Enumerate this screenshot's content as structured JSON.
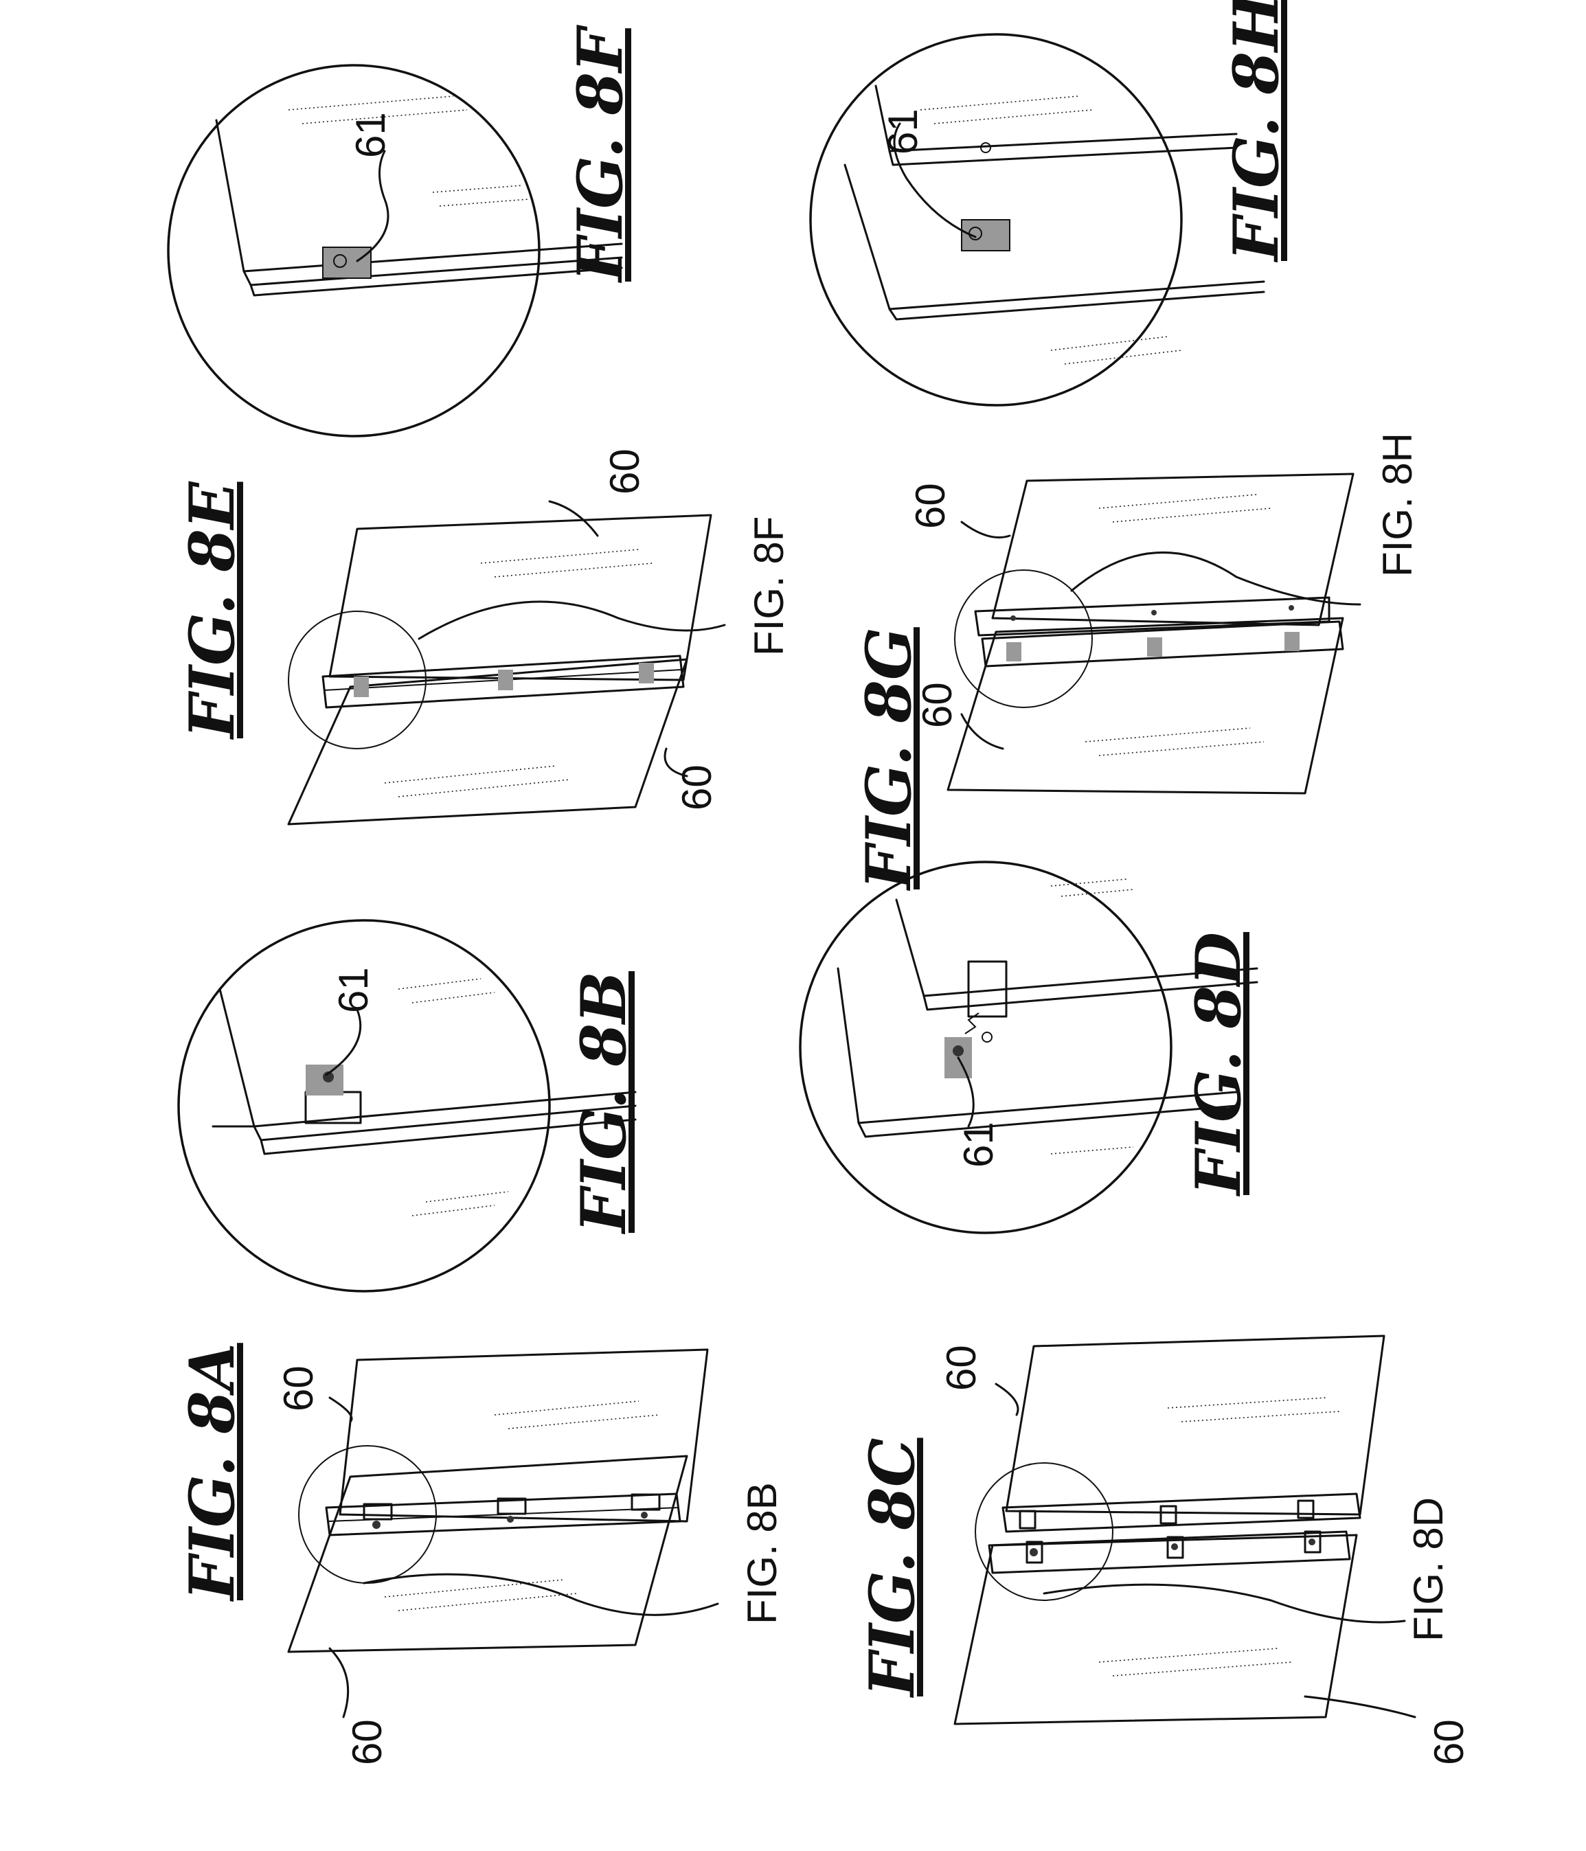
{
  "figures": {
    "fig8a": {
      "title": "FIG. 8A",
      "callout": "FIG. 8B",
      "ref_left": "60",
      "ref_right": "60"
    },
    "fig8b": {
      "title": "FIG. 8B",
      "ref": "61"
    },
    "fig8c": {
      "title": "FIG. 8C",
      "callout": "FIG. 8D",
      "ref_left": "60",
      "ref_right": "60"
    },
    "fig8d": {
      "title": "FIG. 8D",
      "ref": "61"
    },
    "fig8e": {
      "title": "FIG. 8E",
      "callout": "FIG. 8F",
      "ref_left": "60",
      "ref_right": "60"
    },
    "fig8f": {
      "title": "FIG. 8F",
      "ref": "61"
    },
    "fig8g": {
      "title": "FIG. 8G",
      "callout": "FIG. 8H",
      "ref_left": "60",
      "ref_right": "60"
    },
    "fig8h": {
      "title": "FIG. 8H",
      "ref": "61"
    }
  }
}
